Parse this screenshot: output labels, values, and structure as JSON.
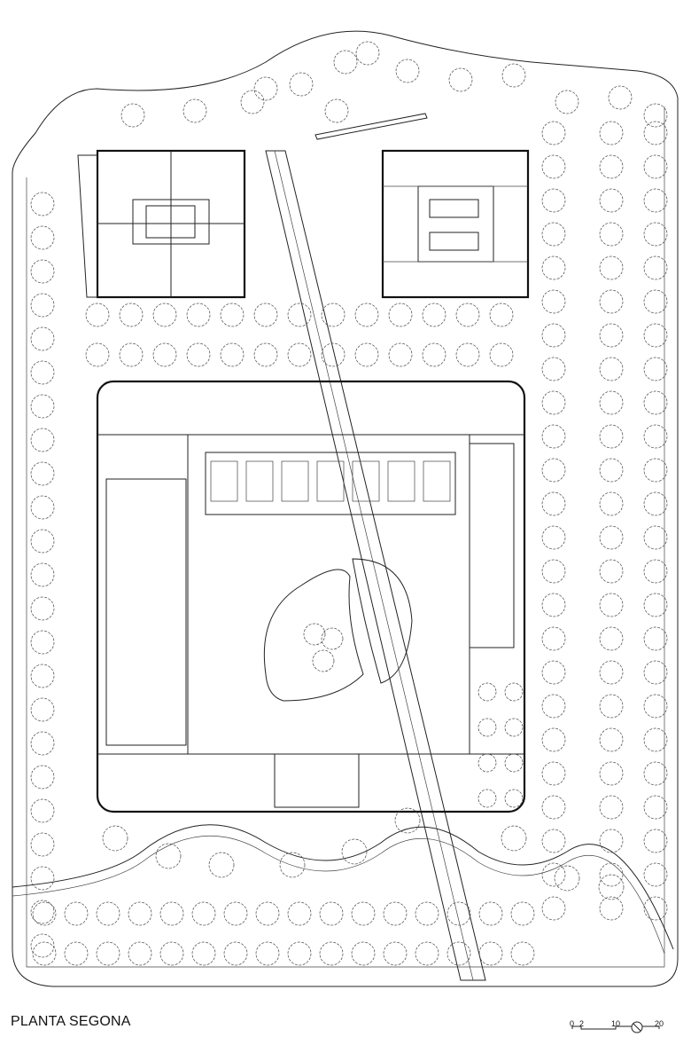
{
  "drawing": {
    "title": "PLANTA SEGONA",
    "scale_bar": {
      "labels": [
        "0",
        "2",
        "10",
        "20"
      ]
    }
  }
}
